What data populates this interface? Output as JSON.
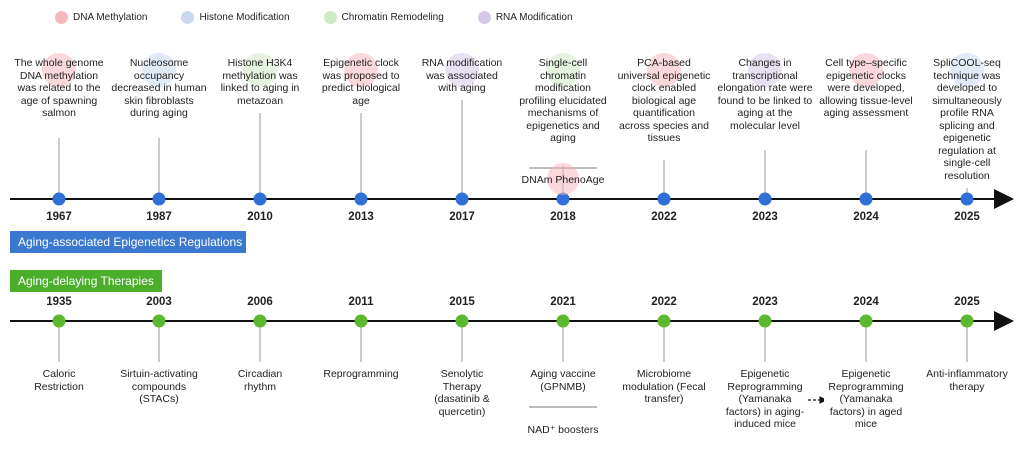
{
  "legend": [
    {
      "label": "DNA Methylation",
      "color": "#f6b8bf"
    },
    {
      "label": "Histone Modification",
      "color": "#c9d9f0"
    },
    {
      "label": "Chromatin Remodeling",
      "color": "#cfe8c6"
    },
    {
      "label": "RNA Modification",
      "color": "#d6c8e8"
    }
  ],
  "epigenetics": {
    "banner": "Aging-associated Epigenetics Regulations",
    "banner_color": "#3b78d0",
    "node_color": "#2f6fd6",
    "events": [
      {
        "year": "1967",
        "text": "The whole genome DNA methylation was related to the age of spawning salmon",
        "category": "DNA Methylation"
      },
      {
        "year": "1987",
        "text": "Nucleosome occupancy decreased in human skin fibroblasts during aging",
        "category": "Histone Modification"
      },
      {
        "year": "2010",
        "text": "Histone H3K4 methylation was linked to aging in metazoan",
        "category": "Chromatin Remodeling"
      },
      {
        "year": "2013",
        "text": "Epigenetic clock was proposed to predict biological age",
        "category": "DNA Methylation"
      },
      {
        "year": "2017",
        "text": "RNA modification was associated with aging",
        "category": "RNA Modification"
      },
      {
        "year": "2018",
        "text": "Single-cell chromatin modification profiling elucidated mechanisms of epigenetics and aging",
        "category": "Chromatin Remodeling",
        "extra": "DNAm PhenoAge"
      },
      {
        "year": "2022",
        "text": "PCA-based universal epigenetic clock enabled biological age quantification across species and tissues",
        "category": "DNA Methylation"
      },
      {
        "year": "2023",
        "text": "Changes in transcriptional elongation rate were found to be linked to aging at the molecular level",
        "category": "RNA Modification"
      },
      {
        "year": "2024",
        "text": "Cell type–specific epigenetic clocks were developed, allowing tissue-level aging assessment",
        "category": "DNA Methylation"
      },
      {
        "year": "2025",
        "text": "SpliCOOL-seq technique was developed to simultaneously profile RNA splicing and epigenetic regulation at single-cell resolution",
        "category": "Histone Modification"
      }
    ]
  },
  "therapies": {
    "banner": "Aging-delaying Therapies",
    "banner_color": "#4caf2c",
    "node_color": "#5cb82e",
    "events": [
      {
        "year": "1935",
        "text": "Caloric Restriction"
      },
      {
        "year": "2003",
        "text": "Sirtuin-activating compounds (STACs)"
      },
      {
        "year": "2006",
        "text": "Circadian rhythm"
      },
      {
        "year": "2011",
        "text": "Reprogramming"
      },
      {
        "year": "2015",
        "text": "Senolytic Therapy (dasatinib & quercetin)"
      },
      {
        "year": "2021",
        "text": "Aging vaccine (GPNMB)",
        "extra": "NAD⁺ boosters"
      },
      {
        "year": "2022",
        "text": "Microbiome modulation (Fecal transfer)"
      },
      {
        "year": "2023",
        "text": "Epigenetic Reprogramming (Yamanaka factors) in aging-induced mice"
      },
      {
        "year": "2024",
        "text": "Epigenetic Reprogramming (Yamanaka factors) in aged mice"
      },
      {
        "year": "2025",
        "text": "Anti-inflammatory therapy"
      }
    ]
  }
}
